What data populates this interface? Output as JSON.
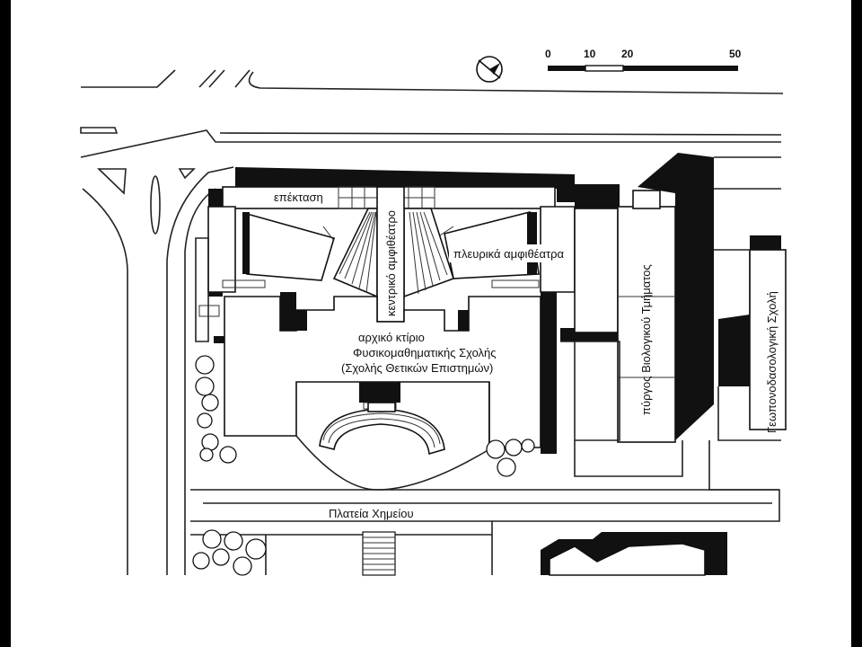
{
  "scale_bar": {
    "ticks": [
      "0",
      "10",
      "20",
      "50"
    ]
  },
  "labels": {
    "extension": "επέκταση",
    "central_amphitheatre": "κεντρικό αμφιθέατρο",
    "side_amphitheatres": "πλευρικά αμφιθέατρα",
    "main_building_line1": "αρχικό κτίριο",
    "main_building_line2": "Φυσικομαθηματικής Σχολής",
    "main_building_line3": "(Σχολής Θετικών Επιστημών)",
    "biology_tower": "πύργος Βιολογικού Τμήματος",
    "agriculture_school": "Γεωπονοδασολογική Σχολή",
    "chemistry_square": "Πλατεία Χημείου"
  },
  "icons": {
    "north_arrow": "north-arrow-icon"
  },
  "colors": {
    "frame": "#000000",
    "paper": "#ffffff",
    "ink": "#111111"
  }
}
